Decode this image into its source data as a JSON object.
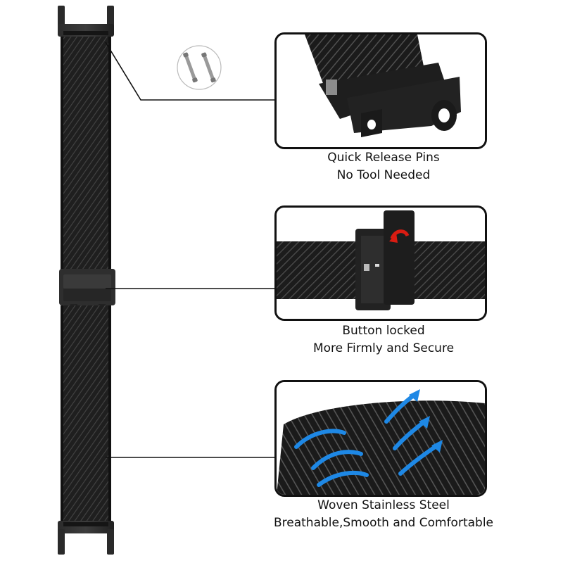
{
  "features": [
    {
      "line1": "Quick Release Pins",
      "line2": "No Tool Needed",
      "icon": "quick-release-pin"
    },
    {
      "line1": "Button locked",
      "line2": "More Firmly and Secure",
      "icon": "buckle-lock"
    },
    {
      "line1": "Woven Stainless Steel",
      "line2": "Breathable,Smooth and Comfortable",
      "icon": "mesh-breathable"
    }
  ],
  "colors": {
    "band": "#1c1c1c",
    "mesh_light": "#4a4a4a",
    "accent_red": "#d91c12",
    "accent_blue": "#1e88e5",
    "panel_border": "#111111"
  }
}
